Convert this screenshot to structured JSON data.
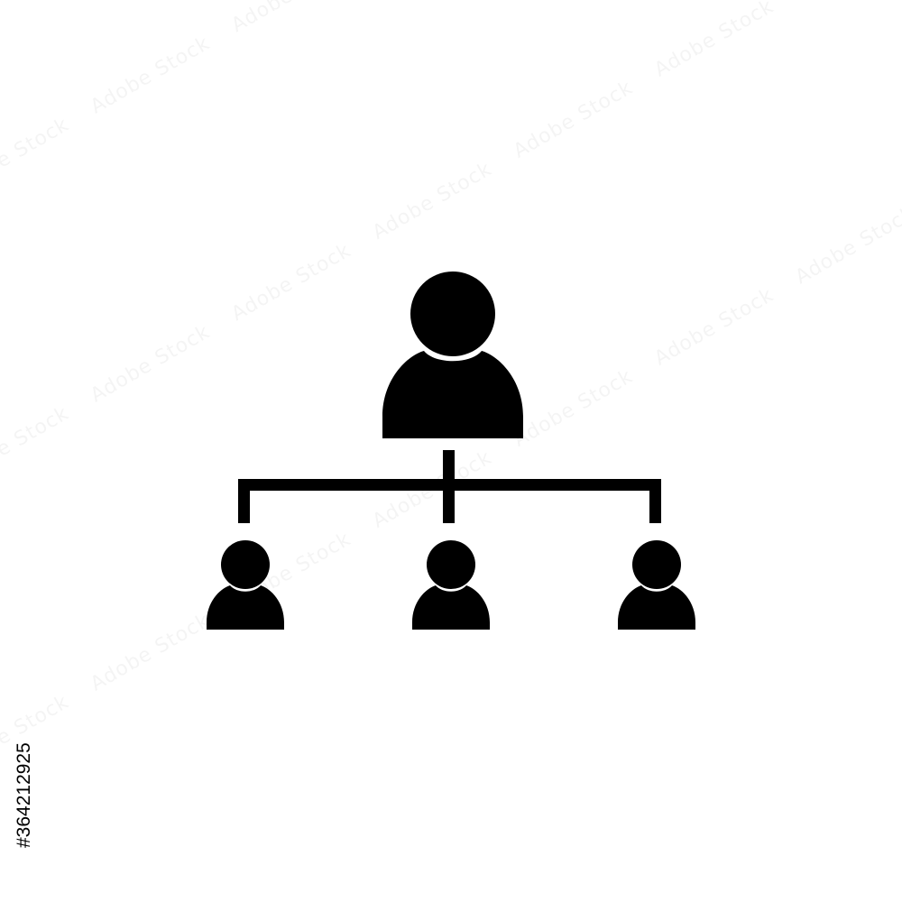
{
  "colors": {
    "background": "#ffffff",
    "icon": "#000000"
  },
  "icon": {
    "semantic_name": "organization-hierarchy-icon",
    "nodes": [
      "manager",
      "subordinate-left",
      "subordinate-center",
      "subordinate-right"
    ]
  },
  "watermark": "Adobe Stock",
  "stock_id": "#364212925"
}
